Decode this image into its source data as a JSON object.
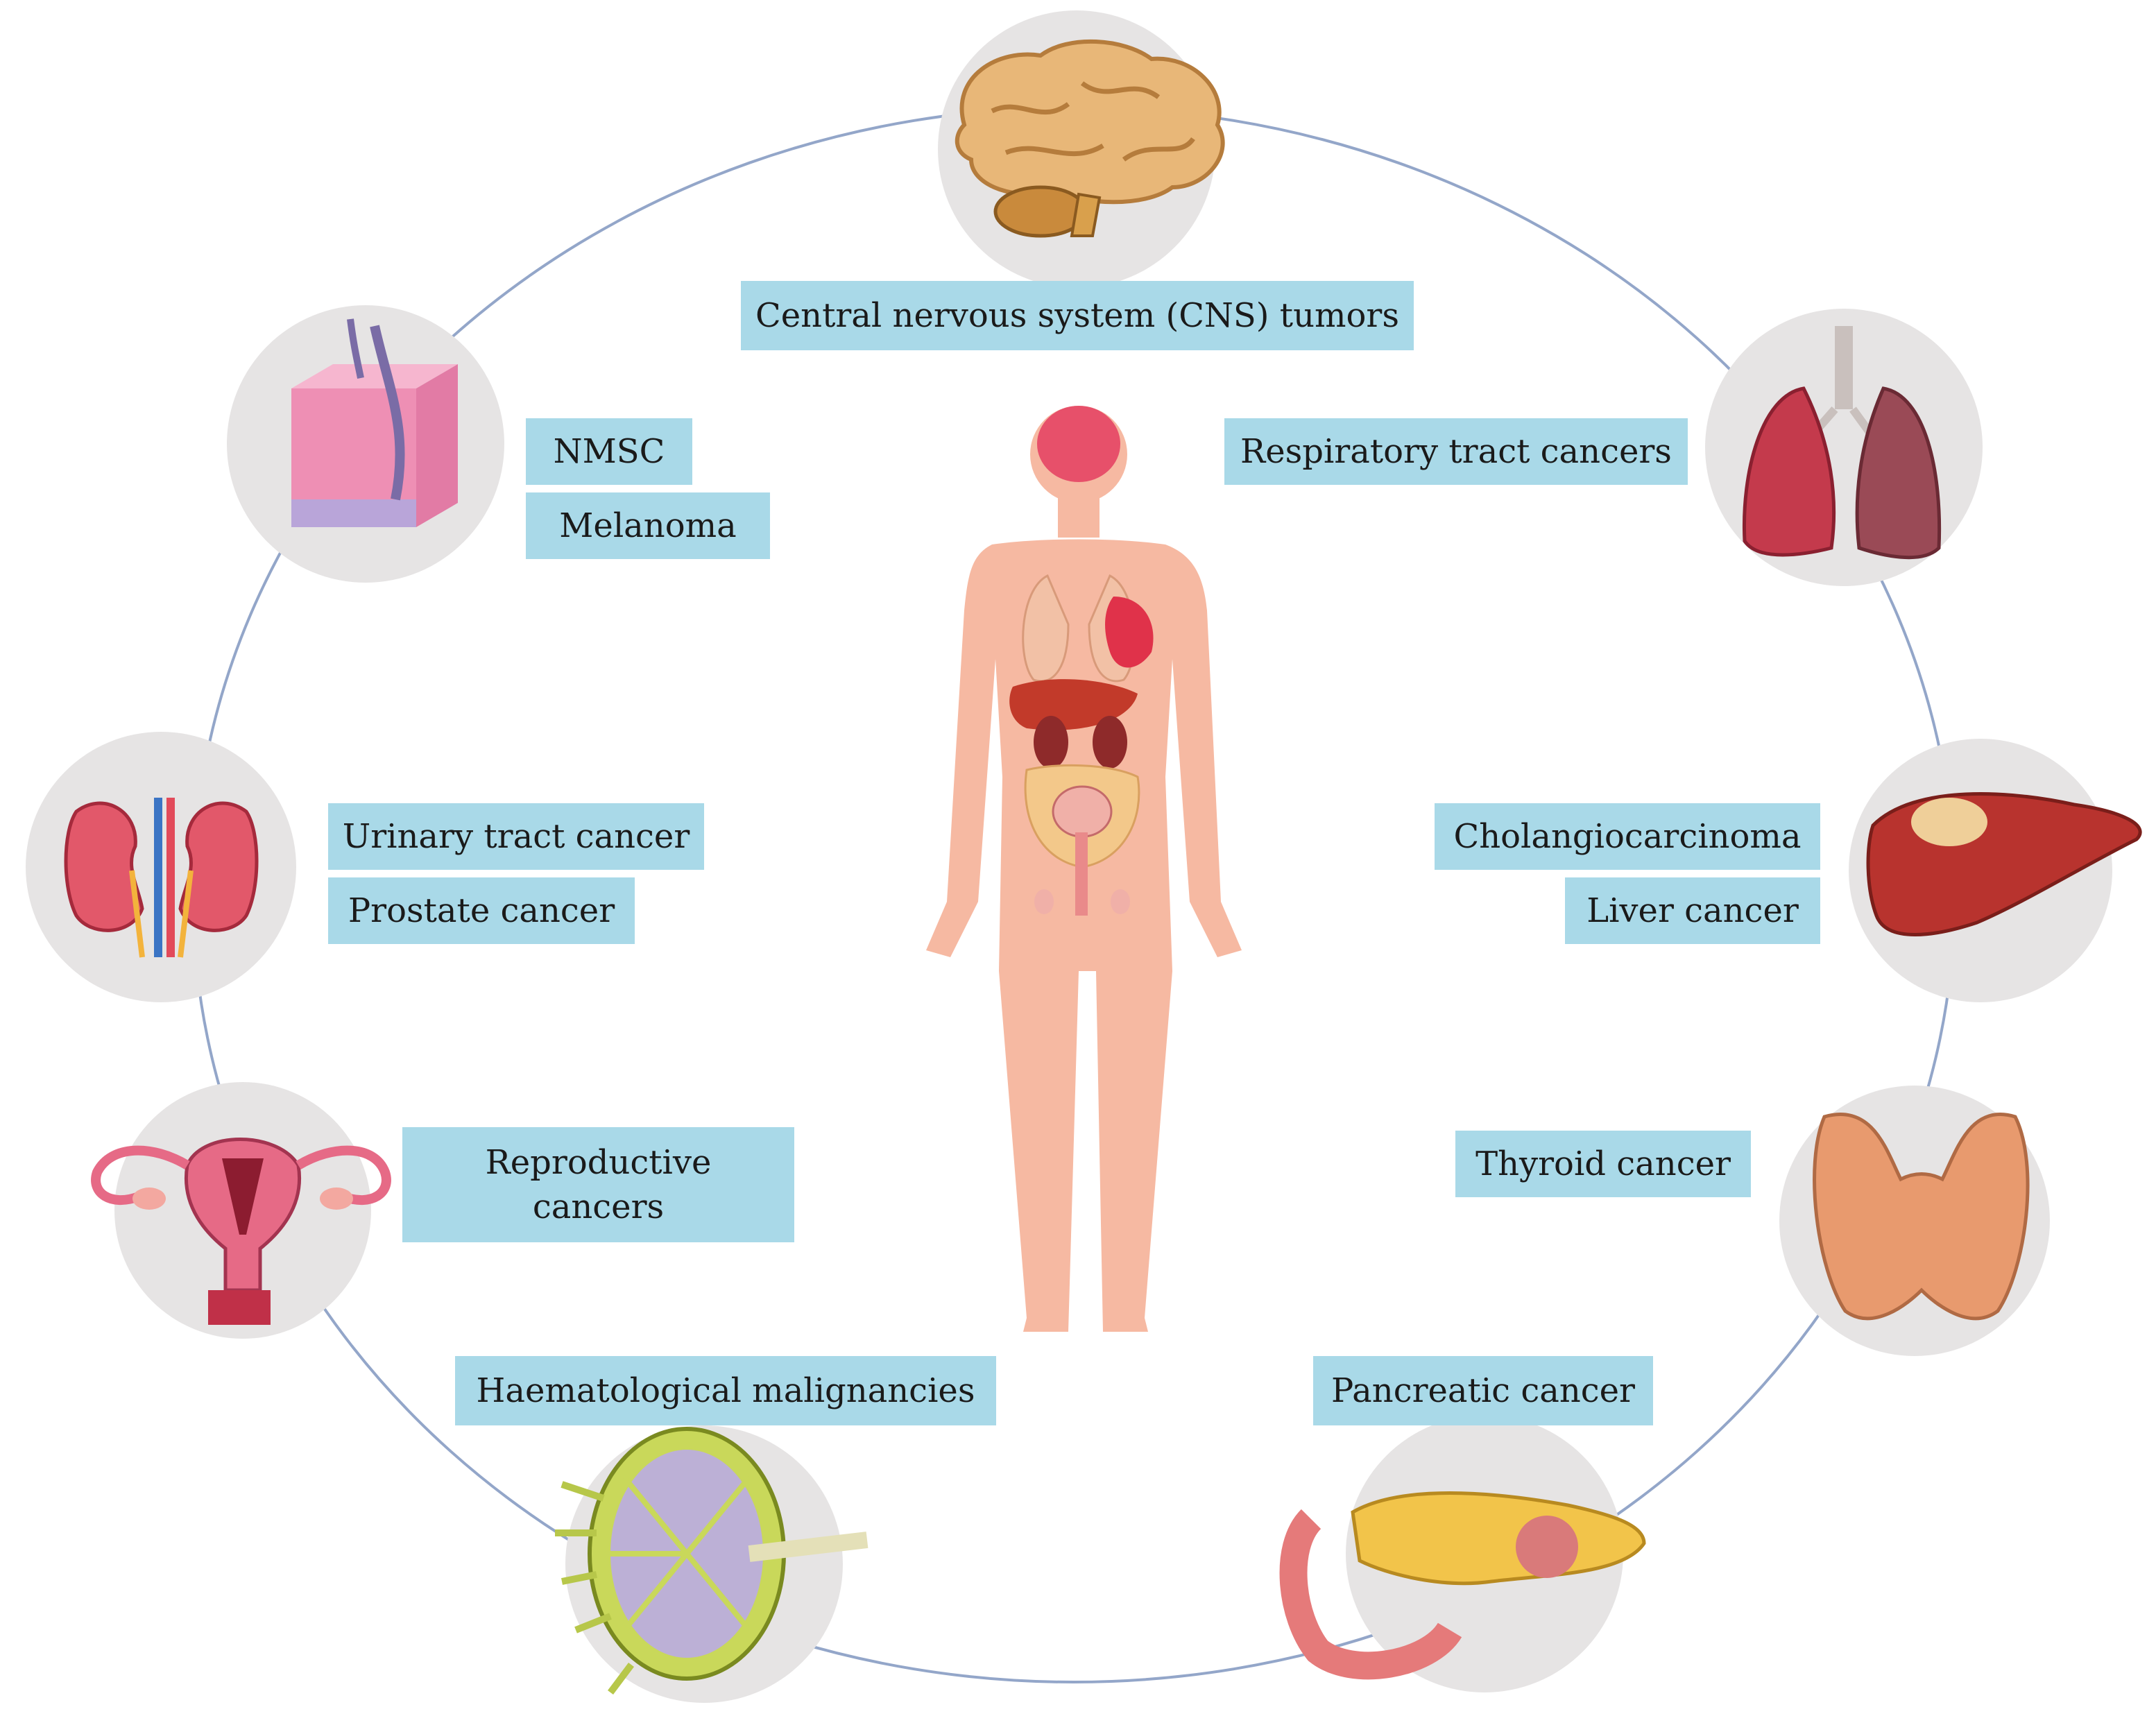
{
  "cancers": {
    "cns": "Central nervous system (CNS) tumors",
    "respiratory": "Respiratory tract cancers",
    "nmsc": "NMSC",
    "melanoma": "Melanoma",
    "urinary": "Urinary tract cancer",
    "prostate": "Prostate cancer",
    "cholangiocarcinoma": "Cholangiocarcinoma",
    "liver": "Liver cancer",
    "reproductive": "Reproductive cancers",
    "thyroid": "Thyroid cancer",
    "haematological": "Haematological malignancies",
    "pancreatic": "Pancreatic cancer"
  },
  "icons": {
    "center": "human-body-organs-icon",
    "brain": "brain-icon",
    "lungs": "lungs-icon",
    "skin": "skin-layer-icon",
    "kidneys": "kidneys-icon",
    "liver": "liver-icon",
    "uterus": "uterus-icon",
    "thyroid": "thyroid-icon",
    "lymph_node": "lymph-node-icon",
    "pancreas": "pancreas-icon"
  },
  "colors": {
    "label_bg": "#a9d9e8",
    "ring": "#93a6c9",
    "icon_bg": "#e6e4e4",
    "body": "#f6b9a2"
  }
}
